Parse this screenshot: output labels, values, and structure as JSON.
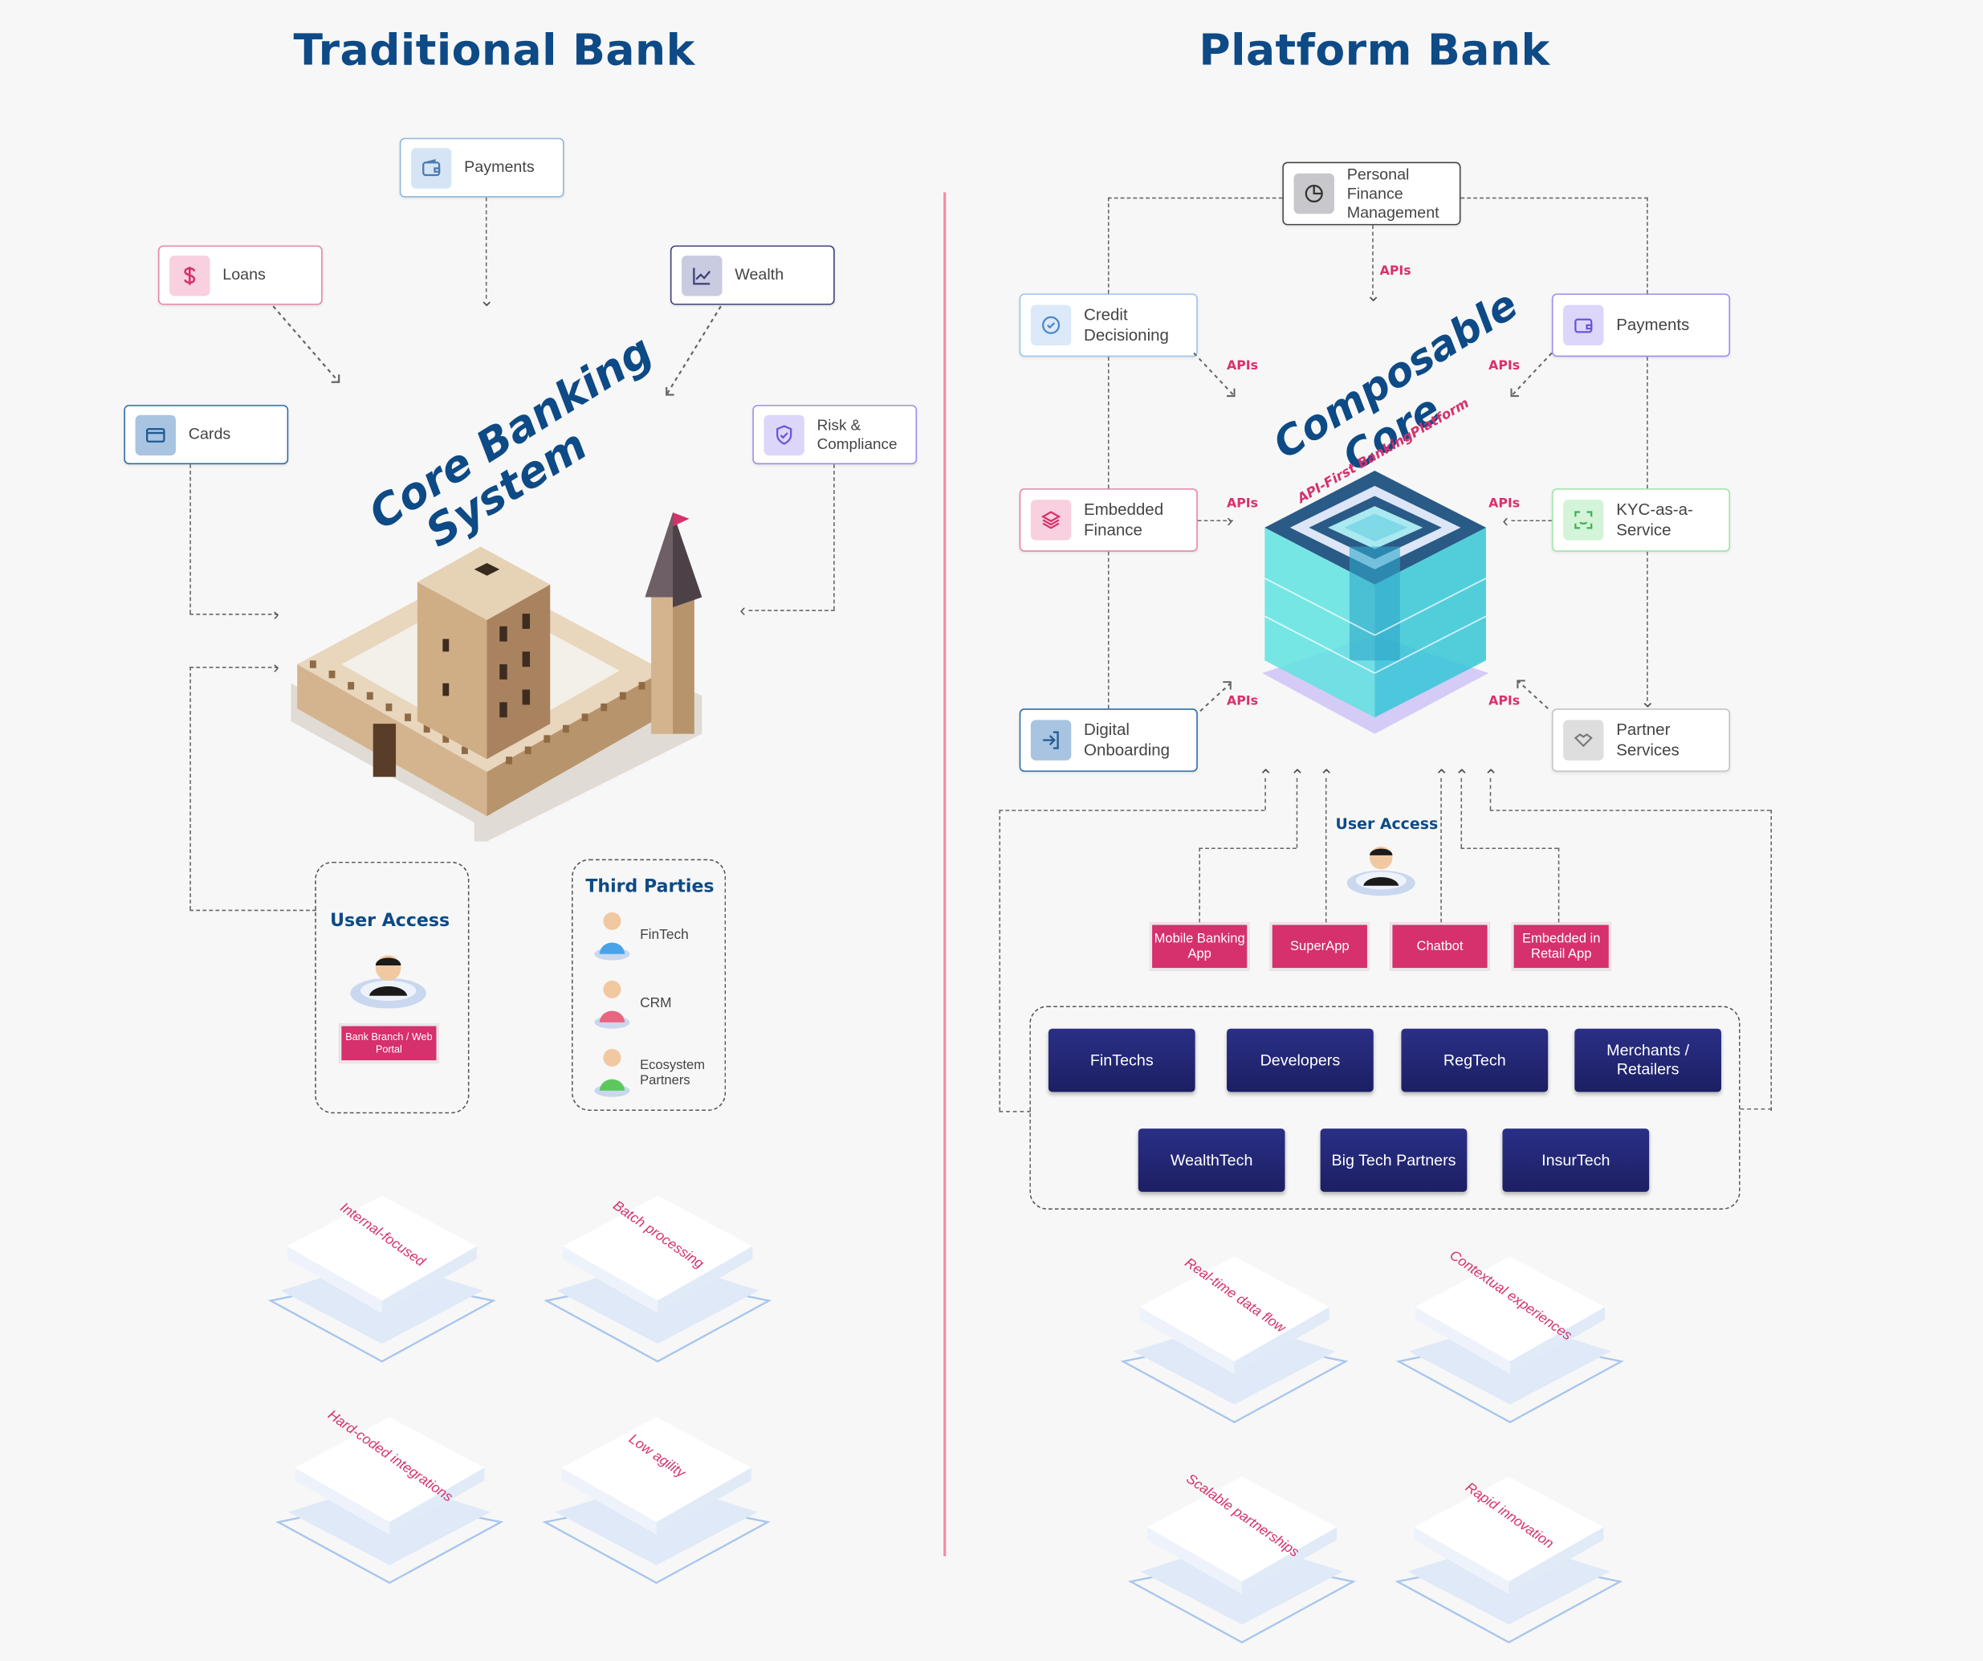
{
  "traditional": {
    "title": "Traditional Bank",
    "core_line1": "Core Banking",
    "core_line2": "System",
    "modules": {
      "payments": "Payments",
      "loans": "Loans",
      "wealth": "Wealth",
      "cards": "Cards",
      "risk": "Risk & Compliance"
    },
    "user_access": {
      "title": "User Access",
      "pill": "Bank Branch / Web Portal"
    },
    "third_parties": {
      "title": "Third Parties",
      "items": [
        "FinTech",
        "CRM",
        "Ecosystem Partners"
      ]
    },
    "traits": [
      "Internal-focused",
      "Batch processing",
      "Hard-coded integrations",
      "Low agility"
    ]
  },
  "platform": {
    "title": "Platform Bank",
    "core_line1": "Composable",
    "core_line2": "Core",
    "core_sub": "API-First BankingPlatform",
    "api_label": "APIs",
    "services": {
      "pfm": "Personal Finance Management",
      "credit": "Credit Decisioning",
      "payments": "Payments",
      "embedded": "Embedded Finance",
      "kyc": "KYC-as-a-Service",
      "onboarding": "Digital Onboarding",
      "partner": "Partner Services"
    },
    "user_access": {
      "title": "User Access",
      "channels": [
        "Mobile Banking App",
        "SuperApp",
        "Chatbot",
        "Embedded in Retail App"
      ]
    },
    "ecosystem": [
      "FinTechs",
      "Developers",
      "RegTech",
      "Merchants / Retailers",
      "WealthTech",
      "Big Tech Partners",
      "InsurTech"
    ],
    "traits": [
      "Real-time data flow",
      "Contextual experiences",
      "Scalable partnerships",
      "Rapid innovation"
    ]
  }
}
